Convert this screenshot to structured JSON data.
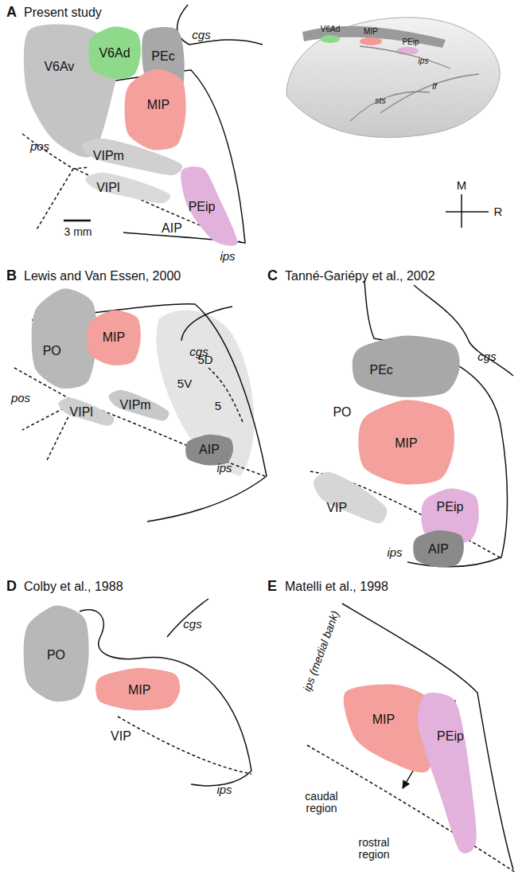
{
  "diagram": {
    "nodes": [
      {
        "text": [
          "V6Av"
        ]
      },
      {
        "text": [
          "V6Ad"
        ]
      },
      {
        "text": [
          "PEc"
        ]
      },
      {
        "text": [
          "MIP"
        ]
      },
      {
        "text": [
          "VIPm"
        ]
      },
      {
        "text": [
          "VIPl"
        ]
      },
      {
        "text": [
          "PEip"
        ]
      },
      {
        "text": [
          "PO"
        ]
      },
      {
        "text": [
          "MIP"
        ]
      },
      {
        "text": [
          "VIPl"
        ]
      },
      {
        "text": [
          "VIPm"
        ]
      },
      {
        "text": [
          "AIP"
        ]
      },
      {
        "text": [
          "PEc"
        ]
      },
      {
        "text": [
          "MIP"
        ]
      },
      {
        "text": [
          "VIP"
        ]
      },
      {
        "text": [
          "PEip"
        ]
      },
      {
        "text": [
          "AIP"
        ]
      },
      {
        "text": [
          "PO"
        ]
      },
      {
        "text": [
          "MIP"
        ]
      },
      {
        "text": [
          "MIP"
        ]
      },
      {
        "text": [
          "PEip"
        ]
      }
    ],
    "labels": [
      "A",
      "Present study",
      "cgs",
      "pos",
      "ips",
      "AIP",
      "3 mm",
      "V6Ad",
      "MIP",
      "PEip",
      "ips",
      "sts",
      "lf",
      "M",
      "R",
      "B",
      "Lewis and Van Essen, 2000",
      "cgs",
      "pos",
      "5D",
      "5V",
      "5",
      "ips",
      "C",
      "Tanné-Gariépy et al., 2002",
      "cgs",
      "PO",
      "ips",
      "D",
      "Colby et al., 1988",
      "cgs",
      "VIP",
      "ips",
      "E",
      "Matelli et al., 1998",
      "ips (medial bank)",
      "caudal region",
      "rostral region"
    ]
  }
}
